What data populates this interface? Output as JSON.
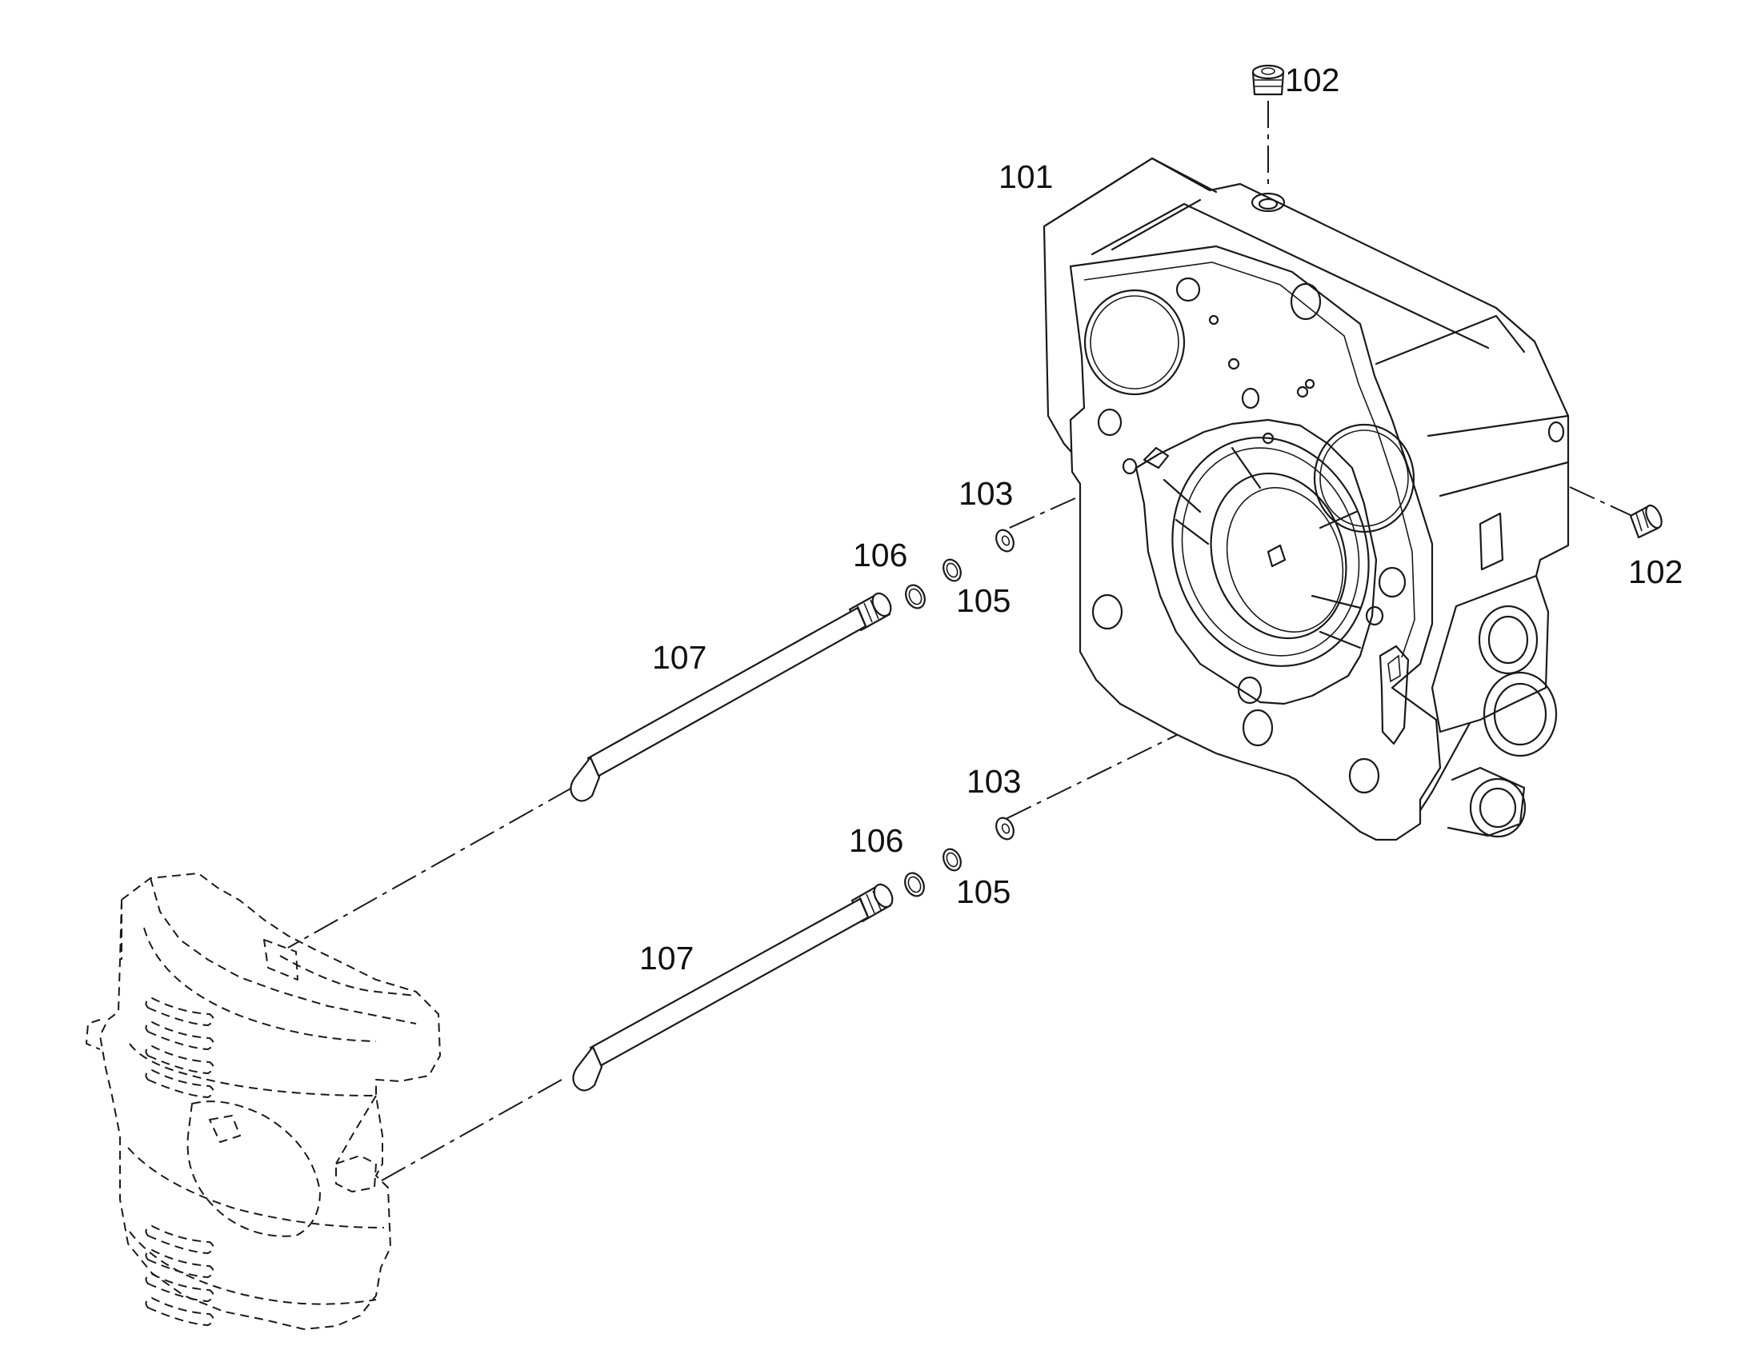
{
  "callouts": {
    "housing": "101",
    "plug_top": "102",
    "plug_side": "102",
    "washer_upper": "103",
    "ring_105_upper": "105",
    "ring_106_upper": "106",
    "shaft_upper": "107",
    "washer_lower": "103",
    "ring_105_lower": "105",
    "ring_106_lower": "106",
    "shaft_lower": "107"
  }
}
